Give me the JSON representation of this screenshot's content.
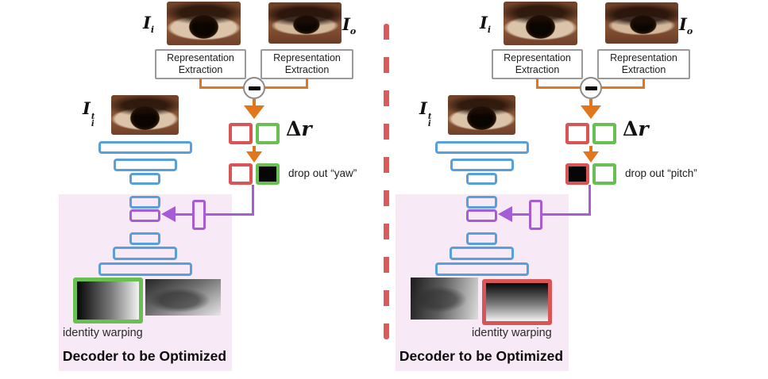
{
  "figure": {
    "description": "Two mirrored gaze-redirection training pipelines separated by a dashed red divider"
  },
  "colors": {
    "orange": "#e0771f",
    "purple": "#a55cd6",
    "blue": "#58a0dc",
    "red": "#d95555",
    "green": "#69bf53",
    "pink_background": "#f7eaf6",
    "divider_red": "#d94c4c",
    "box_border_gray": "#9a9a9a"
  },
  "icons": {
    "minus": "−",
    "arrow_down": "filled-triangle-down",
    "arrow_left": "filled-triangle-left"
  },
  "shared": {
    "representation_extraction": {
      "line1": "Representation",
      "line2": "Extraction"
    },
    "delta_r": {
      "delta": "Δ",
      "r": "r"
    },
    "identity_warping": "identity warping",
    "decoder_title": "Decoder to be Optimized",
    "input_image_label": {
      "base": "I",
      "sub": "i"
    },
    "other_image_label": {
      "base": "I",
      "sub": "o"
    },
    "target_image_label": {
      "base": "I",
      "sub": "i",
      "sup": "t"
    }
  },
  "panels": [
    {
      "id": "yaw",
      "dropout_label": "drop out “yaw”"
    },
    {
      "id": "pitch",
      "dropout_label": "drop out “pitch”"
    }
  ]
}
